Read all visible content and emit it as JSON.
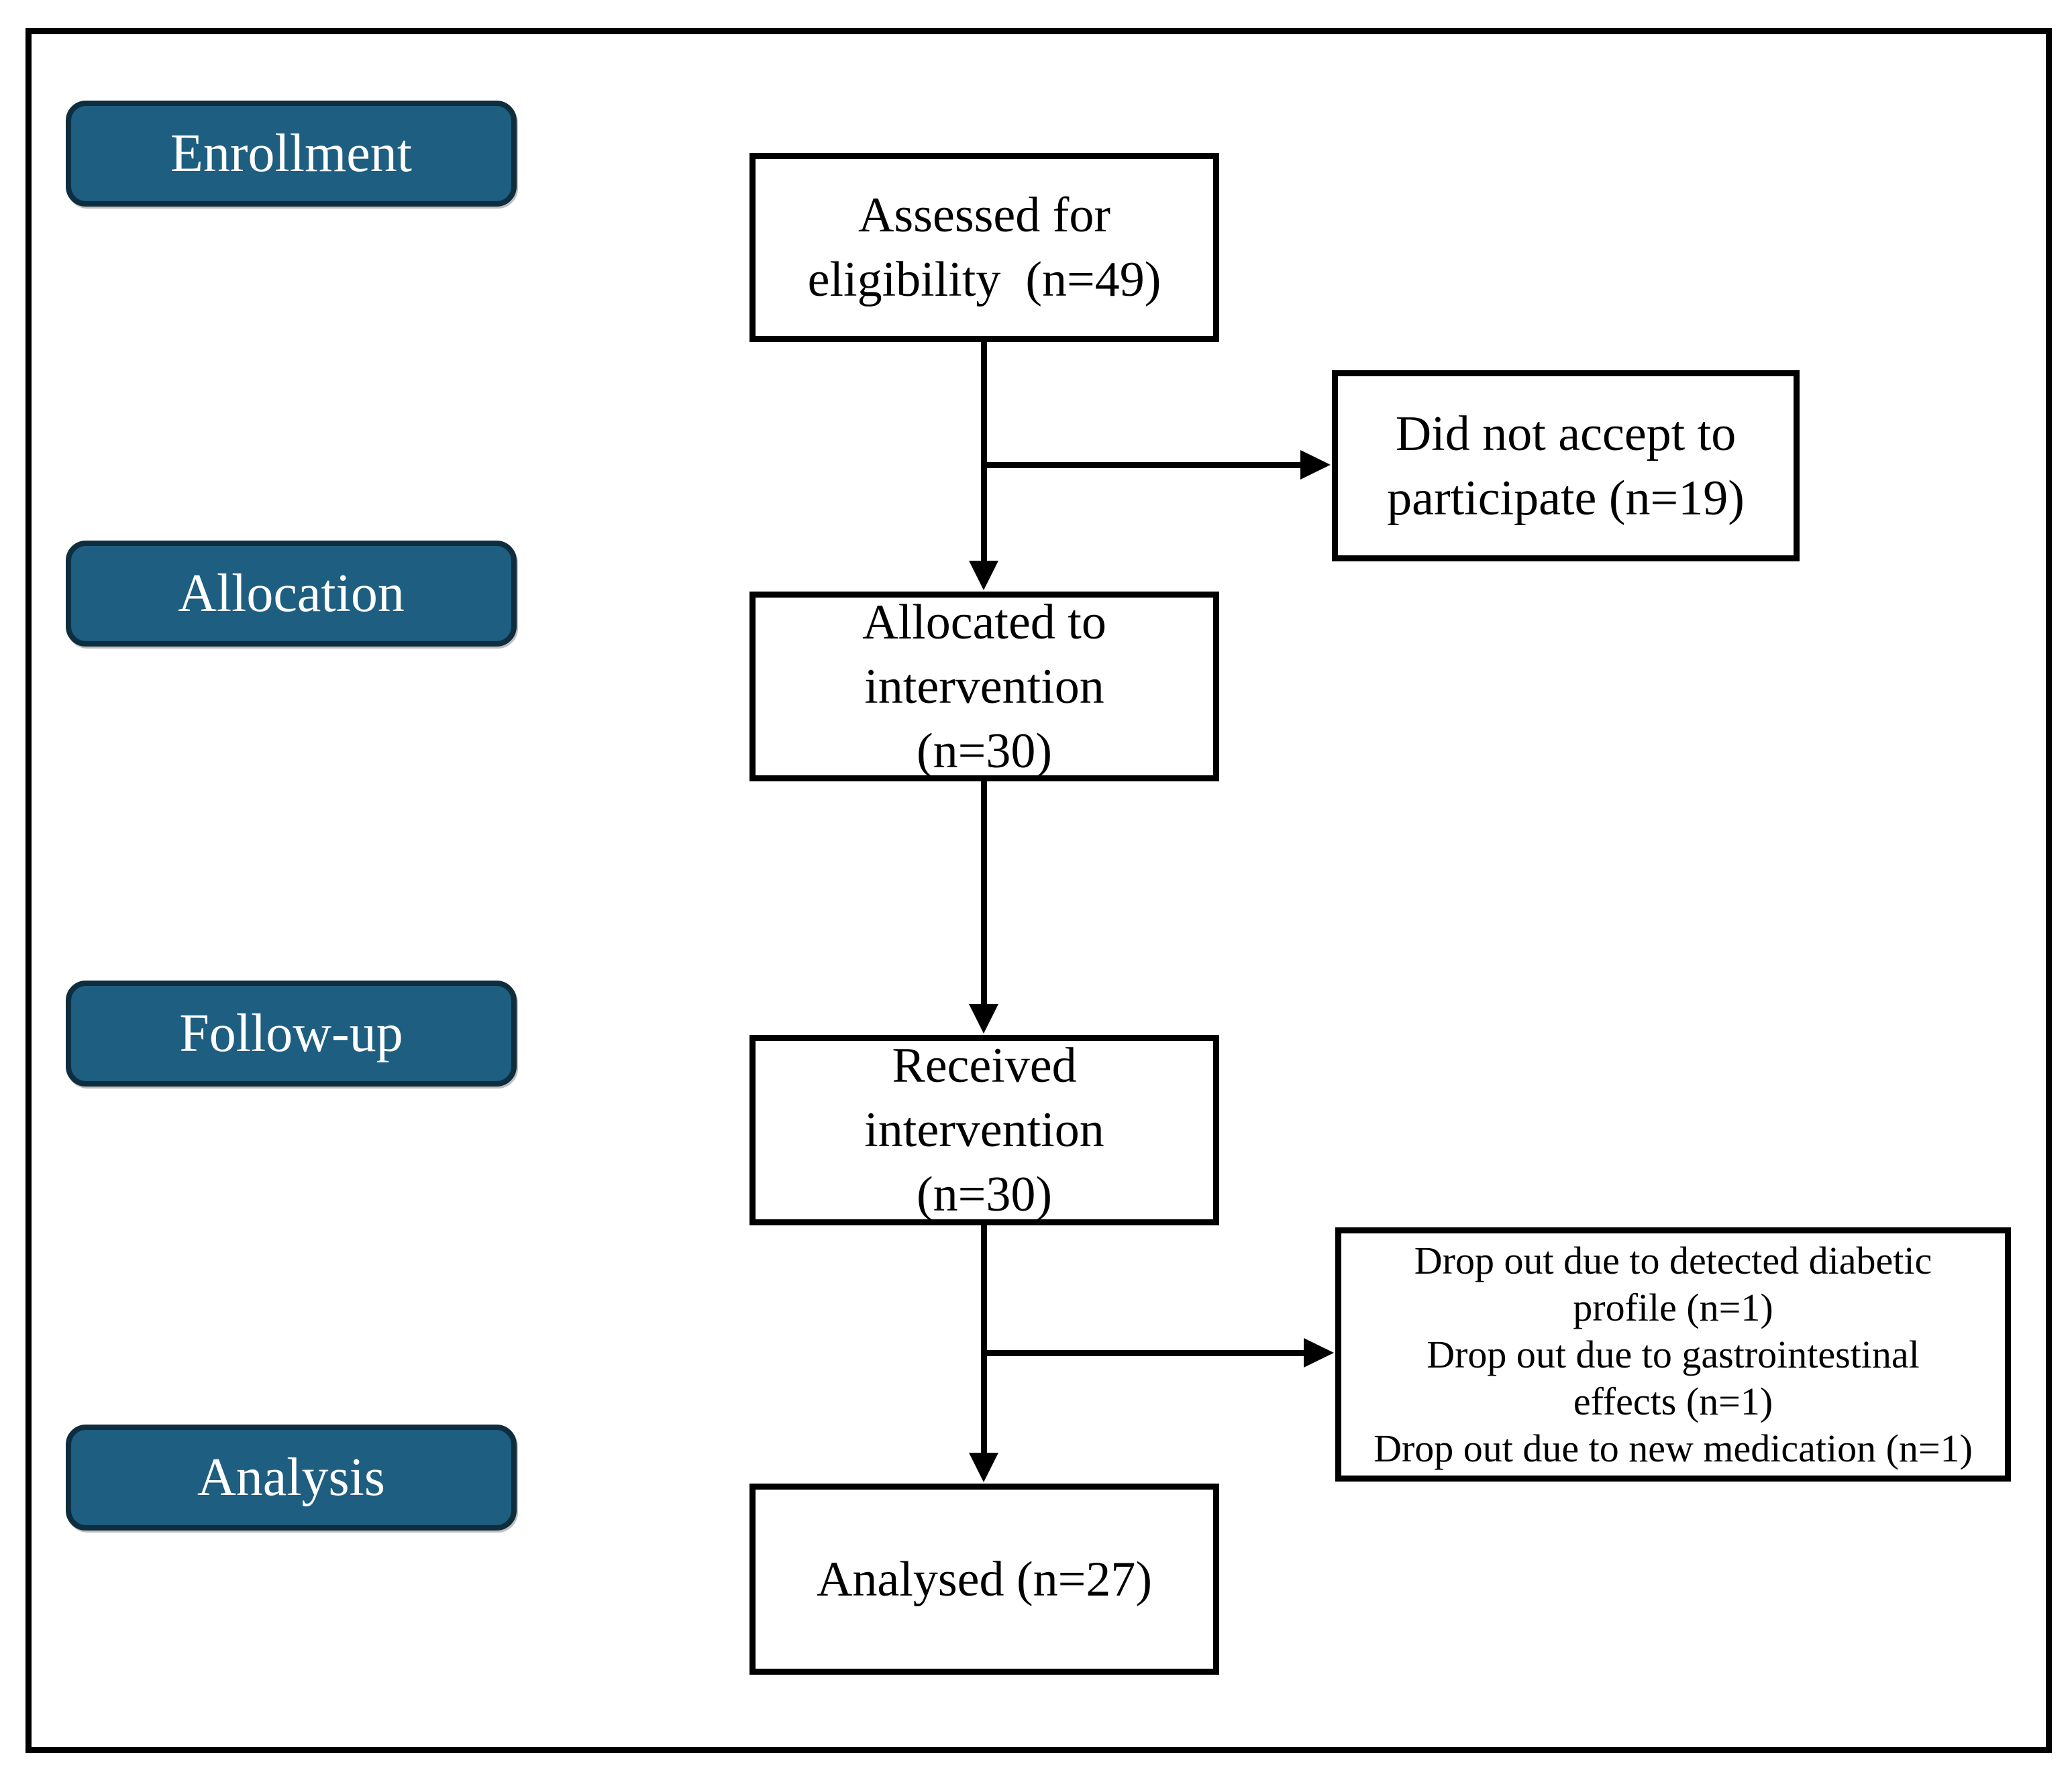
{
  "stages": [
    {
      "label": "Enrollment"
    },
    {
      "label": "Allocation"
    },
    {
      "label": "Follow-up"
    },
    {
      "label": "Analysis"
    }
  ],
  "flow": {
    "assessed": {
      "lines": [
        "Assessed for",
        "eligibility  (n=49)"
      ]
    },
    "did_not_accept": {
      "lines": [
        "Did not accept to",
        "participate (n=19)"
      ]
    },
    "allocated": {
      "lines": [
        "Allocated to",
        "intervention",
        "(n=30)"
      ]
    },
    "received": {
      "lines": [
        "Received",
        "intervention",
        "(n=30)"
      ]
    },
    "dropout": {
      "lines": [
        "Drop out due to detected diabetic",
        "profile (n=1)",
        "Drop out due to gastrointestinal",
        "effects (n=1)",
        "Drop out due to new medication (n=1)"
      ]
    },
    "analysed": {
      "lines": [
        "Analysed (n=27)"
      ]
    }
  },
  "counts": {
    "assessed": 49,
    "did_not_accept": 19,
    "allocated": 30,
    "received": 30,
    "dropout_diabetic_profile": 1,
    "dropout_gastrointestinal": 1,
    "dropout_new_medication": 1,
    "analysed": 27
  },
  "colors": {
    "stage_fill": "#1E5E80",
    "stage_border": "#0E2D3E",
    "stage_text": "#FFFFFF",
    "box_border": "#000000",
    "box_fill": "#FFFFFF",
    "box_text": "#000000",
    "arrow": "#000000",
    "background": "#FFFFFF"
  }
}
